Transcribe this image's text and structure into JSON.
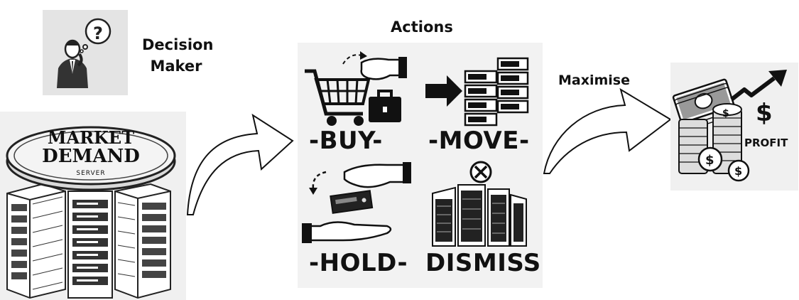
{
  "decision_maker": {
    "line1": "Decision",
    "line2": "Maker"
  },
  "market_demand": {
    "line1": "MARKET",
    "line2": "DEMAND",
    "sub": "SERVER"
  },
  "actions": {
    "title": "Actions",
    "buy": "-BUY-",
    "move": "-MOVE-",
    "hold": "-HOLD-",
    "dismiss": "DISMISS"
  },
  "maximise": "Maximise",
  "profit": {
    "label": "PROFIT",
    "dollar": "$"
  }
}
